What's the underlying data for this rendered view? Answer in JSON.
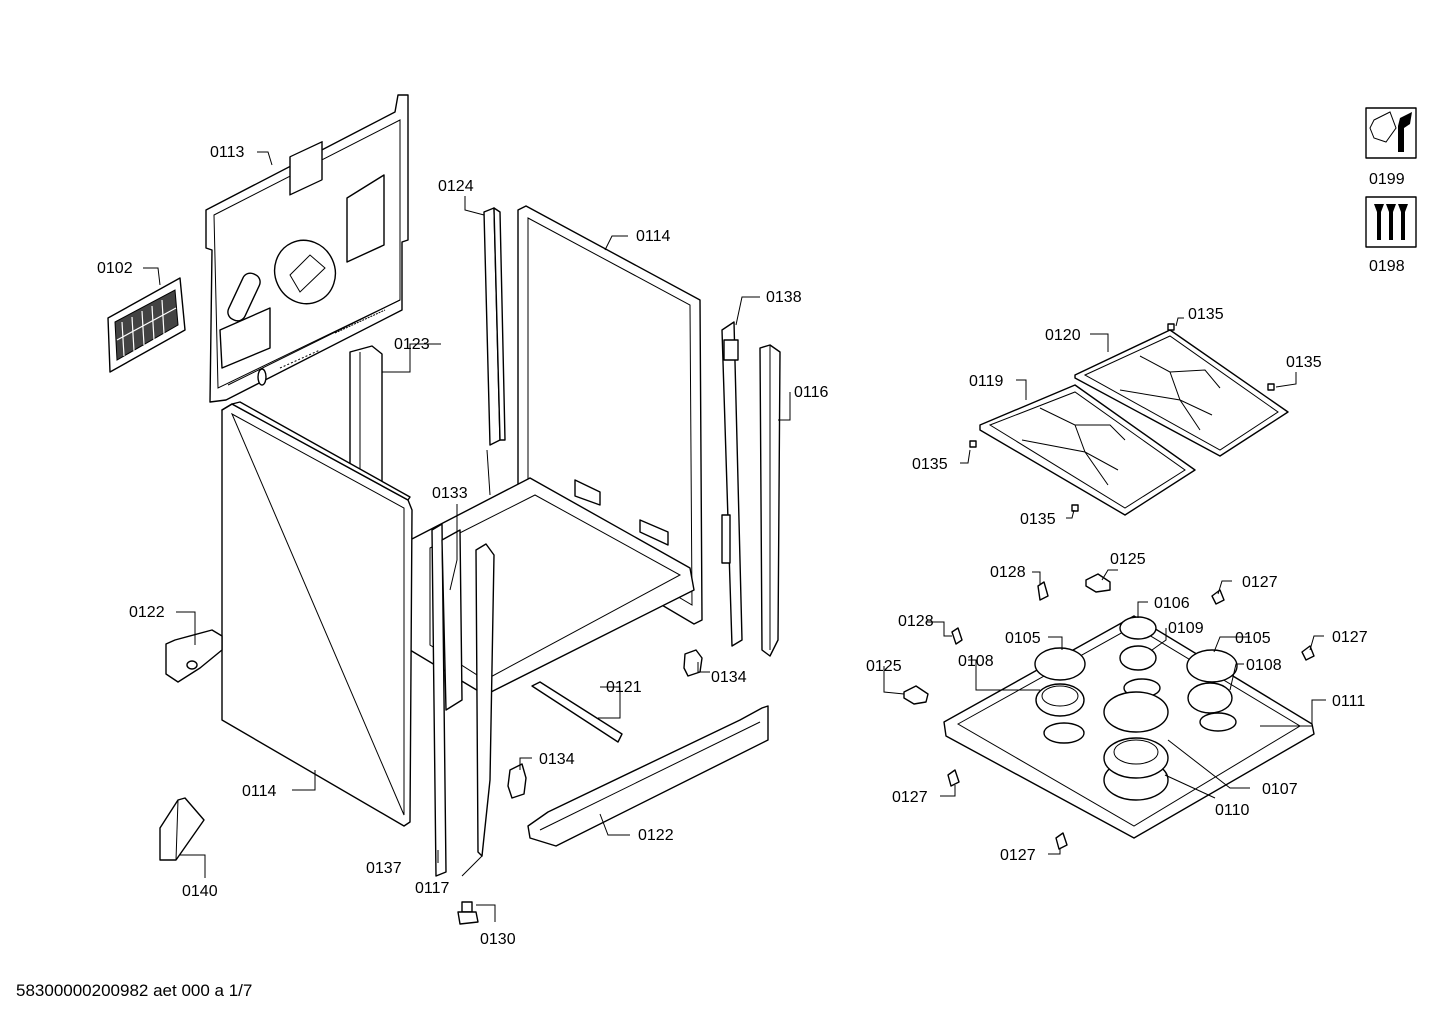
{
  "document_code": "58300000200982 aet 000 a 1/7",
  "part_labels": {
    "p0102": "0102",
    "p0113": "0113",
    "p0124": "0124",
    "p0114_back": "0114",
    "p0138": "0138",
    "p0123": "0123",
    "p0116": "0116",
    "p0133": "0133",
    "p0122_left": "0122",
    "p0121": "0121",
    "p0134_a": "0134",
    "p0134_b": "0134",
    "p0114_side": "0114",
    "p0122_bottom": "0122",
    "p0137": "0137",
    "p0117": "0117",
    "p0140": "0140",
    "p0130": "0130",
    "p0199": "0199",
    "p0198": "0198",
    "p0120": "0120",
    "p0135_a": "0135",
    "p0135_b": "0135",
    "p0135_c": "0135",
    "p0135_d": "0135",
    "p0119": "0119",
    "p0128_a": "0128",
    "p0125_a": "0125",
    "p0127_a": "0127",
    "p0106": "0106",
    "p0128_b": "0128",
    "p0105_a": "0105",
    "p0109": "0109",
    "p0105_b": "0105",
    "p0127_b": "0127",
    "p0125_b": "0125",
    "p0108_a": "0108",
    "p0108_b": "0108",
    "p0111": "0111",
    "p0107": "0107",
    "p0110": "0110",
    "p0127_c": "0127",
    "p0127_d": "0127"
  },
  "icons": {
    "service_tool": "wrench-nut-icon",
    "screws": "screws-icon"
  }
}
